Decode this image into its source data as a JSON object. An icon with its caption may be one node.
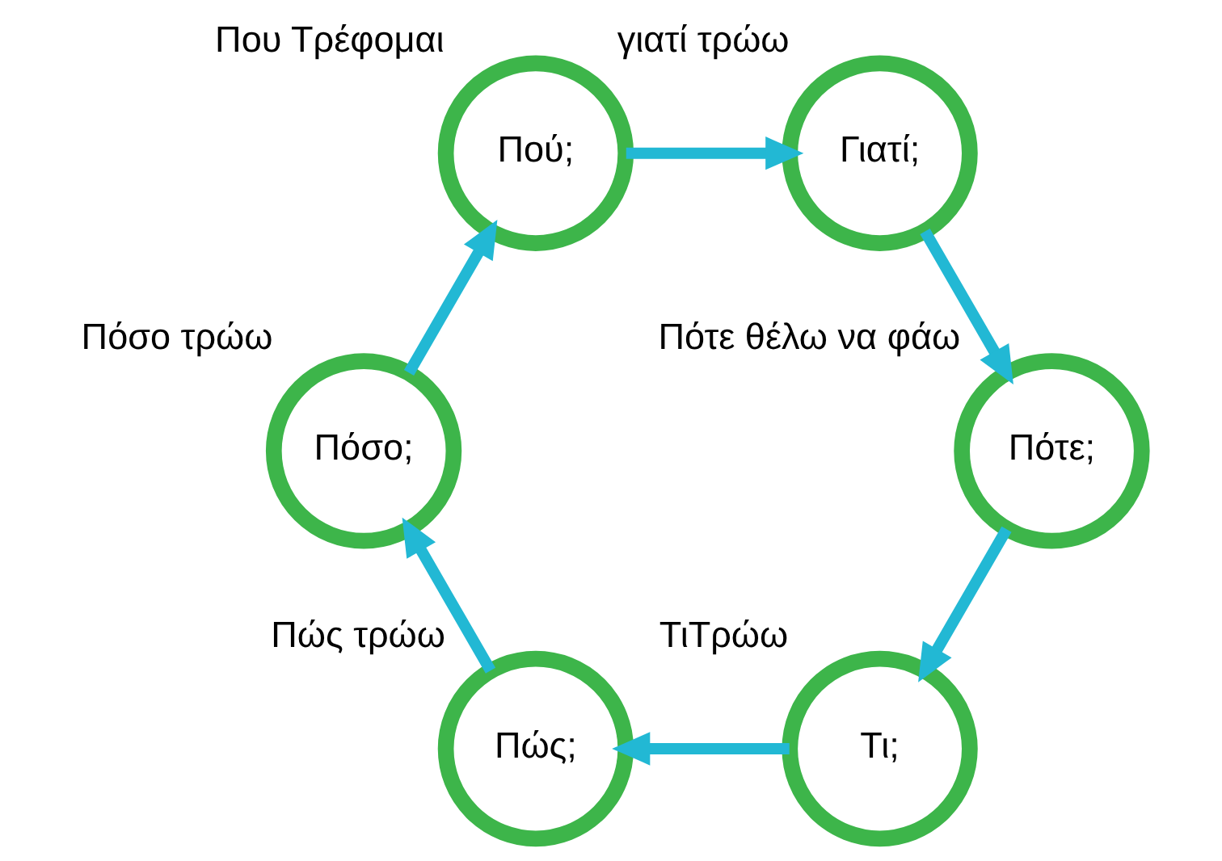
{
  "diagram": {
    "nodes": [
      {
        "text": [
          "Τι;"
        ],
        "beside": [
          "ΤιΤρώω"
        ]
      },
      {
        "text": [
          "Πώς;"
        ],
        "beside": [
          "Πώς τρώω"
        ]
      },
      {
        "text": [
          "Πόσο;"
        ],
        "beside": [
          "Πόσο τρώω"
        ]
      },
      {
        "text": [
          "Πού;"
        ],
        "beside": [
          "Που Τρέφομαι"
        ]
      },
      {
        "text": [
          "Γιατί;"
        ],
        "beside": [
          "γιατί τρώω"
        ]
      },
      {
        "text": [
          "Πότε;"
        ],
        "beside": [
          "Πότε θέλω να φάω"
        ]
      }
    ],
    "edges": [
      {
        "from": 0,
        "to": 1,
        "arrow": "to"
      },
      {
        "from": 1,
        "to": 2,
        "arrow": "to"
      },
      {
        "from": 2,
        "to": 3,
        "arrow": "to"
      },
      {
        "from": 3,
        "to": 4,
        "arrow": "to"
      },
      {
        "from": 4,
        "to": 5,
        "arrow": "to"
      },
      {
        "from": 5,
        "to": 0,
        "arrow": "to"
      }
    ]
  }
}
